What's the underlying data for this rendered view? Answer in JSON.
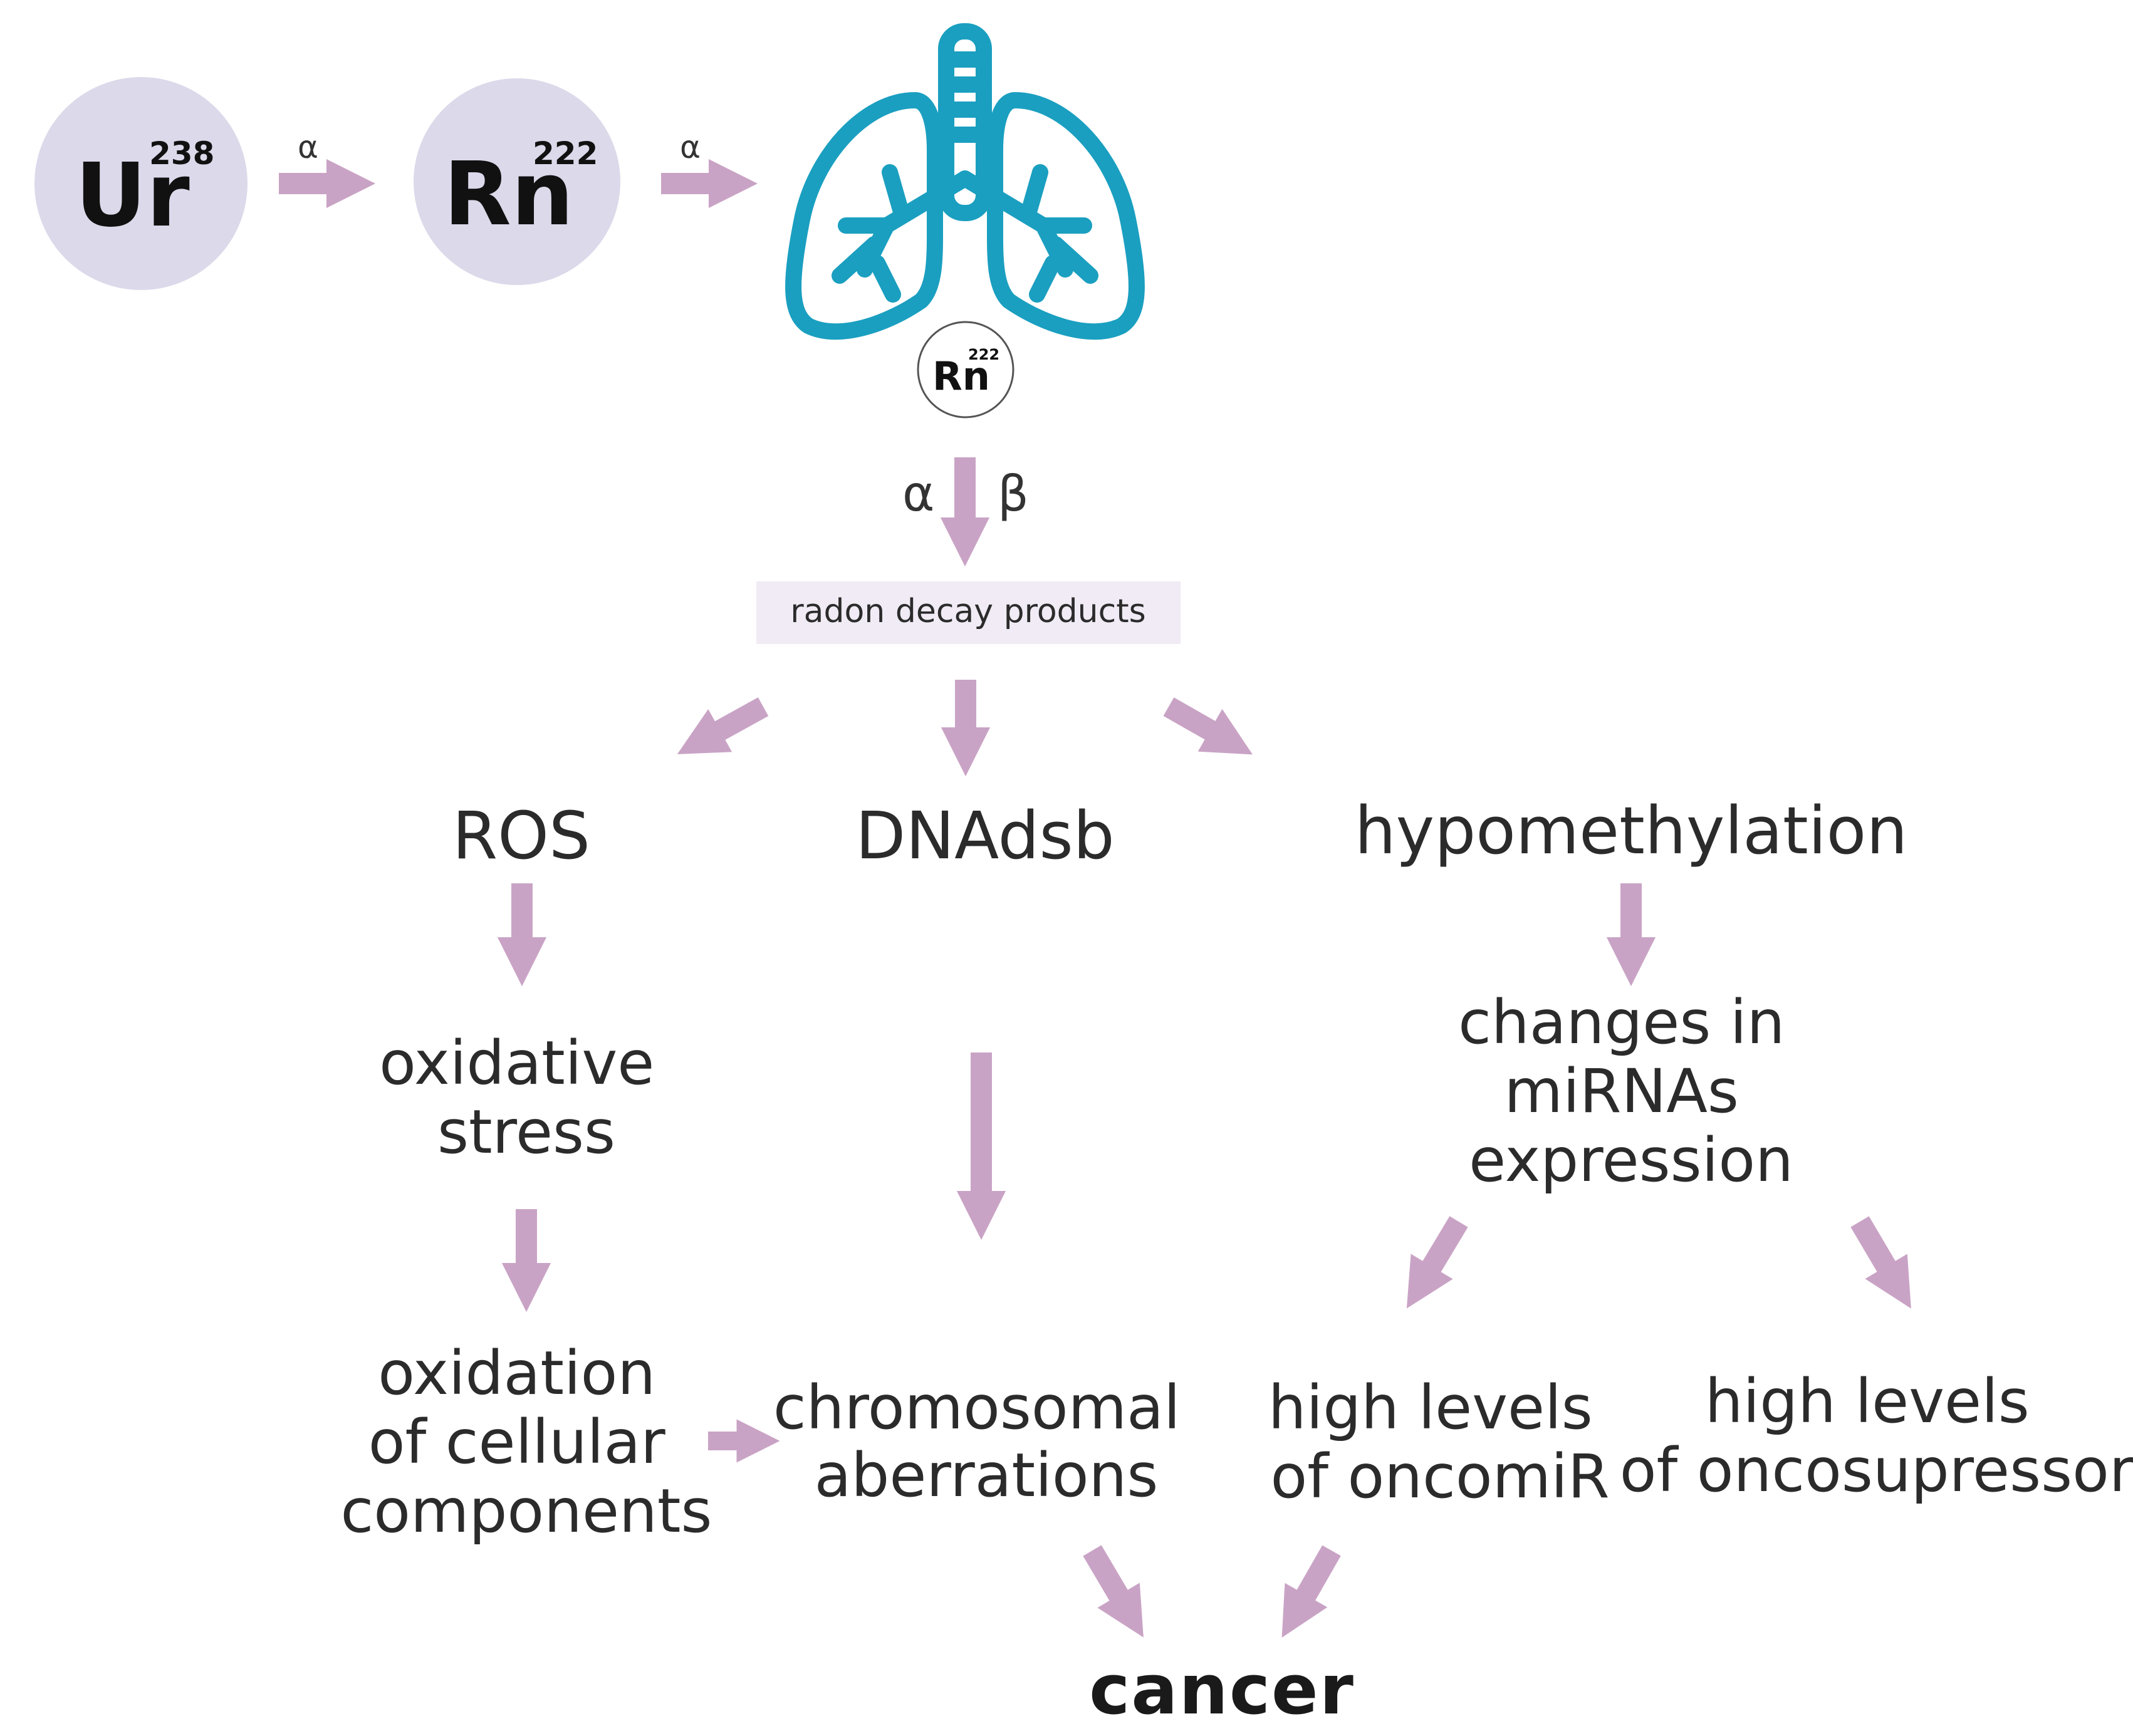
{
  "colors": {
    "arrow": "#c9a3c5",
    "atom_fill": "#dcd9ea",
    "lung_stroke": "#1a9fc0",
    "box_fill": "#f0ebf4",
    "text": "#2b2b2b"
  },
  "decay_chain": {
    "uranium": {
      "symbol": "Ur",
      "mass": "238"
    },
    "radon": {
      "symbol": "Rn",
      "mass": "222"
    },
    "alpha_1": "α",
    "alpha_2": "α",
    "lung_badge": {
      "symbol": "Rn",
      "mass": "222"
    },
    "down_alpha": "α",
    "down_beta": "β"
  },
  "products_box": "radon decay products",
  "branches": {
    "ros": "ROS",
    "dnadsb": "DNAdsb",
    "hypomethylation": "hypomethylation"
  },
  "ros_path": {
    "stress": [
      "oxidative",
      "stress"
    ],
    "oxidation": [
      "oxidation",
      "of cellular",
      "components"
    ]
  },
  "chromosomal": [
    "chromosomal",
    "aberrations"
  ],
  "mirna": [
    "changes in",
    "miRNAs",
    "expression"
  ],
  "oncomir": [
    "high levels",
    "of oncomiR"
  ],
  "oncosupressor": [
    "high levels",
    "of oncosupressor"
  ],
  "outcome": "cancer",
  "icons": {
    "lung": "lungs-icon",
    "atom": "atom-circle-icon",
    "arrow": "arrow-icon"
  }
}
